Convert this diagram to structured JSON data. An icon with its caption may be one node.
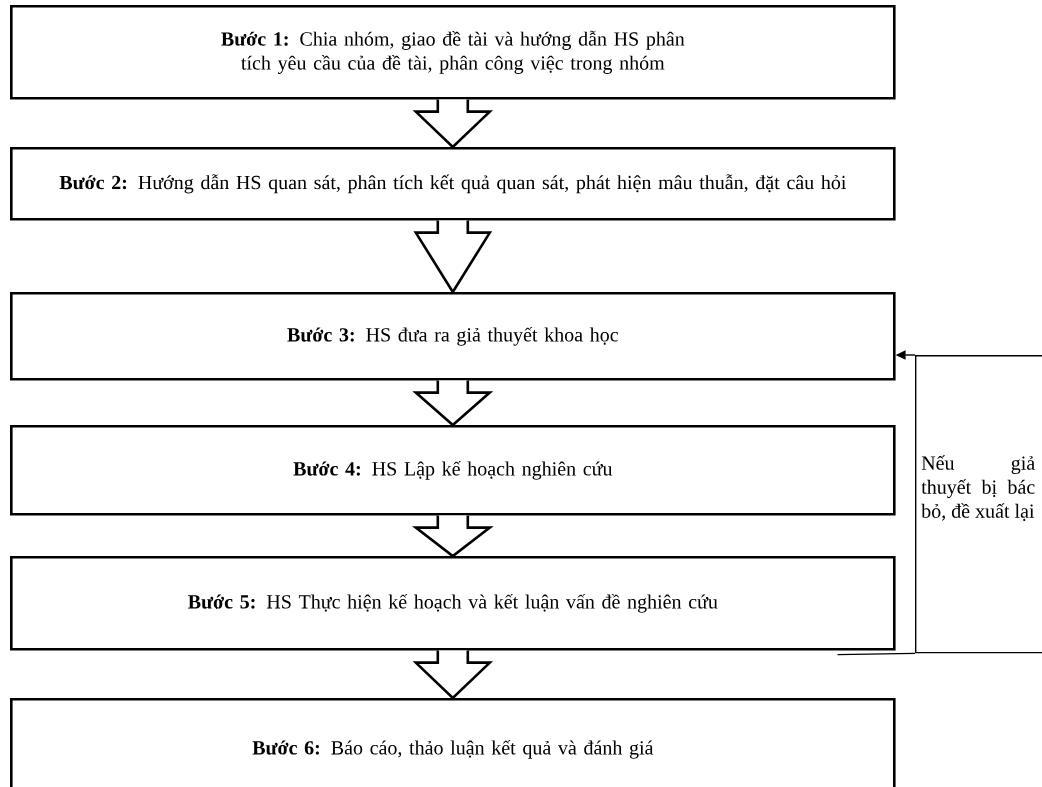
{
  "diagram": {
    "nodes": [
      {
        "text": [
          "**Bước 1:** Chia nhóm, giao đề tài và hướng dẫn HS phân tích yêu cầu của đề tài, phân công việc trong nhóm"
        ]
      },
      {
        "text": [
          "**Bước 2:** Hướng dẫn HS quan sát, phân tích kết quả quan sát, phát hiện mâu thuẫn, đặt câu hỏi"
        ]
      },
      {
        "text": [
          "**Bước 3:** HS đưa ra giả thuyết khoa học"
        ]
      },
      {
        "text": [
          "**Bước 4:** HS Lập kế hoạch nghiên cứu"
        ]
      },
      {
        "text": [
          "**Bước 5:** HS Thực hiện kế hoạch và kết luận vấn đề nghiên cứu"
        ]
      },
      {
        "text": [
          "**Bước 6:** Báo cáo, thảo luận kết quả và đánh giá"
        ]
      },
      {
        "text": [
          "Nếu giả thuyết bị bác bỏ, đề xuất lại"
        ]
      }
    ],
    "edges": [
      {
        "from": 0,
        "to": 1,
        "arrow": "to"
      },
      {
        "from": 1,
        "to": 2,
        "arrow": "to"
      },
      {
        "from": 2,
        "to": 3,
        "arrow": "to"
      },
      {
        "from": 3,
        "to": 4,
        "arrow": "to"
      },
      {
        "from": 4,
        "to": 5,
        "arrow": "to"
      },
      {
        "from": 4,
        "to": 6,
        "arrow": "none"
      },
      {
        "from": 6,
        "to": 2,
        "arrow": "to"
      }
    ]
  }
}
